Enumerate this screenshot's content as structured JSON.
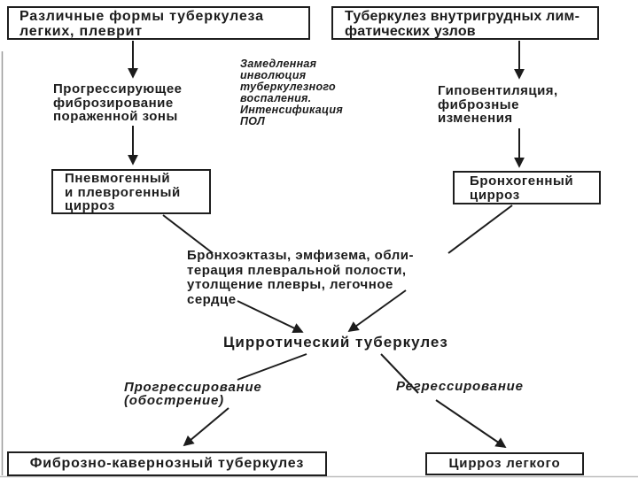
{
  "diagram": {
    "title_node": "Цирротический туберкулез",
    "boxes": {
      "various_forms": "Различные формы туберкулеза\nлегких, плеврит",
      "intrathoracic_nodes": "Туберкулез внутригрудных лим-\nфатических узлов",
      "pneumogenic_cirrhosis": "Пневмогенный\nи плеврогенный\nцирроз",
      "bronchogenic_cirrhosis": "Бронхогенный\nцирроз",
      "fibrocavernous_tuberculosis": "Фиброзно-кавернозный туберкулез",
      "lung_cirrhosis": "Цирроз легкого"
    },
    "texts": {
      "progressive_fibrosis": "Прогрессирующее\nфиброзирование\nпораженной зоны",
      "involution_note": "Замедленная\nинволюция\nтуберкулезного\nвоспаления.\nИнтенсификация\nПОЛ",
      "hypoventilation": "Гиповентиляция,\nфиброзные\nизменения",
      "complications": "Бронхоэктазы, эмфизема, обли-\nтерация плевральной полости,\nутолщение плевры, легочное\nсердце",
      "progression": "Прогрессирование\n(обострение)",
      "regression": "Регрессирование"
    },
    "colors": {
      "ink": "#1c1c1c",
      "background": "#ffffff",
      "scan_edge": "#9a9a9a"
    }
  }
}
